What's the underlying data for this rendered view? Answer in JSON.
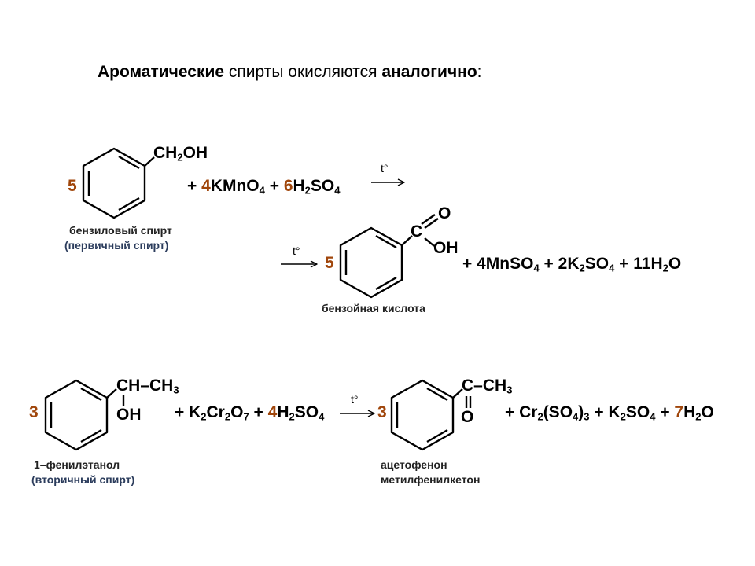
{
  "title": {
    "part1": "Ароматические",
    "part2": " спирты окисляются ",
    "part3": "аналогично",
    "part4": ":"
  },
  "reaction1": {
    "coef_benzyl": "5",
    "benzyl_group_a": "CH",
    "benzyl_group_sub": "2",
    "benzyl_group_b": "OH",
    "reagents": {
      "plus1": "+ ",
      "coef_kmno4": "4",
      "kmno4_a": "KMnO",
      "kmno4_sub": "4",
      "plus2": " + ",
      "coef_h2so4": "6",
      "h2so4_a": "H",
      "h2so4_sub1": "2",
      "h2so4_b": "SO",
      "h2so4_sub2": "4"
    },
    "arrow_label": "t°",
    "benzyl_caption": "бензиловый спирт",
    "benzyl_caption2": "(первичный спирт)",
    "arrow2_label": "t°",
    "coef_benzoic": "5",
    "benzoic_c": "C",
    "benzoic_o": "O",
    "benzoic_oh": "OH",
    "products": {
      "p1": "+ 4MnSO",
      "p1_sub": "4",
      "p2": " + 2K",
      "p2_sub1": "2",
      "p2_b": "SO",
      "p2_sub2": "4",
      "p3": " + 11H",
      "p3_sub": "2",
      "p3_b": "O"
    },
    "benzoic_caption": "бензойная кислота"
  },
  "reaction2": {
    "coef_phenylethanol": "3",
    "group_top_a": "CH–CH",
    "group_top_sub": "3",
    "group_oh": "OH",
    "reagents": {
      "r1": "+ K",
      "r1_sub1": "2",
      "r1_b": "Cr",
      "r1_sub2": "2",
      "r1_c": "O",
      "r1_sub3": "7",
      "r2": " + ",
      "coef_h2so4": "4",
      "h2so4_a": "H",
      "h2so4_sub1": "2",
      "h2so4_b": "SO",
      "h2so4_sub2": "4"
    },
    "arrow_label": "t°",
    "coef_acetophenone": "3",
    "ketone_top_a": "C–CH",
    "ketone_top_sub": "3",
    "ketone_o": "O",
    "products": {
      "p1": "+ Cr",
      "p1_sub1": "2",
      "p1_b": "(SO",
      "p1_sub2": "4",
      "p1_c": ")",
      "p1_sub3": "3",
      "p2": " + K",
      "p2_sub1": "2",
      "p2_b": "SO",
      "p2_sub2": "4",
      "p3": " + ",
      "coef_h2o": "7",
      "p3_a": "H",
      "p3_sub": "2",
      "p3_b": "O"
    },
    "left_caption": "1–фенилэтанол",
    "left_caption2": "(вторичный спирт)",
    "right_caption": "ацетофенон",
    "right_caption2": "метилфенилкетон"
  },
  "colors": {
    "text": "#000000",
    "coefficient": "#a0460b",
    "caption_secondary": "#2b3c5c"
  }
}
